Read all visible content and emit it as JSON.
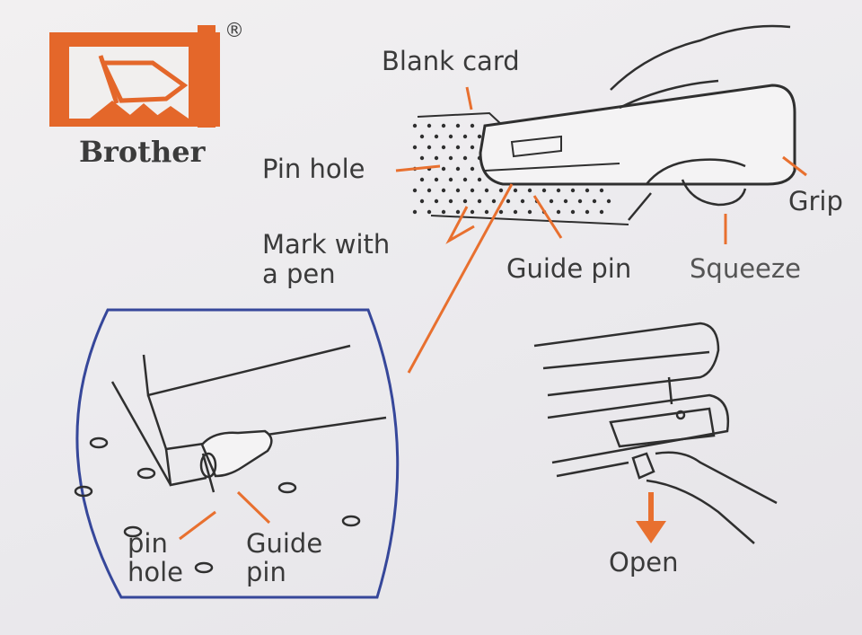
{
  "brand": {
    "name": "Brother",
    "registered_mark": "®",
    "logo_color": "#e4672a"
  },
  "labels": {
    "blank_card": "Blank card",
    "pin_hole_top": "Pin hole",
    "mark_with_pen": "Mark with\na pen",
    "guide_pin_top": "Guide pin",
    "squeeze": "Squeeze",
    "grip": "Grip",
    "pin_hole_inset": "pin\nhole",
    "guide_pin_inset": "Guide\npin",
    "open": "Open"
  },
  "colors": {
    "leader_line": "#e8702f",
    "inset_border": "#36479a",
    "drawing": "#2f2f2f",
    "background": "#eceaed"
  }
}
